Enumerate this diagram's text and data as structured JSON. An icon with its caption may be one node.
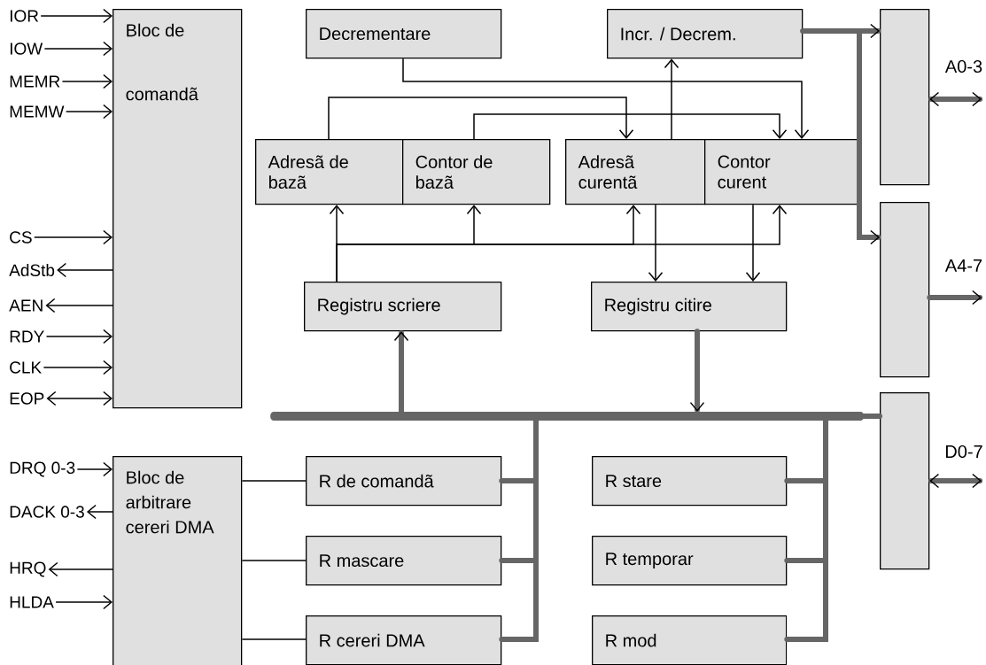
{
  "diagram": {
    "nodes": [
      {
        "text": [
          "Bloc de comandã"
        ]
      },
      {
        "text": [
          "IOR"
        ]
      },
      {
        "text": [
          "IOW"
        ]
      },
      {
        "text": [
          "MEMR"
        ]
      },
      {
        "text": [
          "MEMW"
        ]
      },
      {
        "text": [
          "CS"
        ]
      },
      {
        "text": [
          "AdStb"
        ]
      },
      {
        "text": [
          "AEN"
        ]
      },
      {
        "text": [
          "RDY"
        ]
      },
      {
        "text": [
          "CLK"
        ]
      },
      {
        "text": [
          "EOP"
        ]
      },
      {
        "text": [
          "Decrementare"
        ]
      },
      {
        "text": [
          "Incr. / Decrem."
        ]
      },
      {
        "text": [
          "Adresã de bazã"
        ]
      },
      {
        "text": [
          "Contor de bazã"
        ]
      },
      {
        "text": [
          "Adresã curentã"
        ]
      },
      {
        "text": [
          "Contor curent"
        ]
      },
      {
        "text": [
          "Registru scriere"
        ]
      },
      {
        "text": [
          "Registru citire"
        ]
      },
      {
        "text": [],
        "shape": "box"
      },
      {
        "text": [],
        "shape": "box"
      },
      {
        "text": [],
        "shape": "box"
      },
      {
        "text": [],
        "shape": "bar"
      },
      {
        "text": [
          "Bloc de arbitrare cereri DMA"
        ]
      },
      {
        "text": [
          "R de comandã"
        ]
      },
      {
        "text": [
          "R mascare"
        ]
      },
      {
        "text": [
          "R cereri DMA"
        ]
      },
      {
        "text": [
          "R stare"
        ]
      },
      {
        "text": [
          "R temporar"
        ]
      },
      {
        "text": [
          "R mod"
        ]
      },
      {
        "text": [
          "DRQ 0-3"
        ]
      },
      {
        "text": [
          "DACK 0-3"
        ]
      },
      {
        "text": [
          "HRQ"
        ]
      },
      {
        "text": [
          "HLDA"
        ]
      }
    ],
    "edges": [
      {
        "from": 1,
        "to": 0,
        "arrow": "to"
      },
      {
        "from": 2,
        "to": 0,
        "arrow": "to"
      },
      {
        "from": 3,
        "to": 0,
        "arrow": "to"
      },
      {
        "from": 4,
        "to": 0,
        "arrow": "to"
      },
      {
        "from": 5,
        "to": 0,
        "arrow": "to"
      },
      {
        "from": 0,
        "to": 6,
        "arrow": "to"
      },
      {
        "from": 0,
        "to": 7,
        "arrow": "to"
      },
      {
        "from": 8,
        "to": 0,
        "arrow": "to"
      },
      {
        "from": 9,
        "to": 0,
        "arrow": "to"
      },
      {
        "from": 10,
        "to": 0,
        "arrow": "both"
      },
      {
        "from": 30,
        "to": 23,
        "arrow": "to"
      },
      {
        "from": 23,
        "to": 31,
        "arrow": "to"
      },
      {
        "from": 23,
        "to": 32,
        "arrow": "to"
      },
      {
        "from": 33,
        "to": 23,
        "arrow": "to"
      },
      {
        "from": 11,
        "to": 16,
        "arrow": "to"
      },
      {
        "from": 13,
        "to": 15,
        "arrow": "to"
      },
      {
        "from": 14,
        "to": 16,
        "arrow": "to"
      },
      {
        "from": 15,
        "to": 12,
        "arrow": "to"
      },
      {
        "from": 17,
        "to": 13,
        "arrow": "to"
      },
      {
        "from": 17,
        "to": 14,
        "arrow": "to"
      },
      {
        "from": 17,
        "to": 15,
        "arrow": "to"
      },
      {
        "from": 17,
        "to": 16,
        "arrow": "to"
      },
      {
        "from": 15,
        "to": 18,
        "arrow": "to"
      },
      {
        "from": 16,
        "to": 18,
        "arrow": "to"
      },
      {
        "from": 23,
        "to": 24,
        "arrow": "none"
      },
      {
        "from": 23,
        "to": 25,
        "arrow": "none"
      },
      {
        "from": 23,
        "to": 26,
        "arrow": "none"
      },
      {
        "from": 12,
        "to": 19,
        "arrow": "to",
        "style": "thick",
        "color": "#666666"
      },
      {
        "from": 12,
        "to": 20,
        "arrow": "to",
        "style": "thick",
        "color": "#666666"
      },
      {
        "from": 22,
        "to": 17,
        "arrow": "to",
        "style": "thick",
        "color": "#666666"
      },
      {
        "from": 18,
        "to": 22,
        "arrow": "to",
        "style": "thick",
        "color": "#666666"
      },
      {
        "from": 24,
        "to": 22,
        "arrow": "none",
        "style": "thick",
        "color": "#666666"
      },
      {
        "from": 25,
        "to": 22,
        "arrow": "none",
        "style": "thick",
        "color": "#666666"
      },
      {
        "from": 26,
        "to": 22,
        "arrow": "none",
        "style": "thick",
        "color": "#666666"
      },
      {
        "from": 27,
        "to": 22,
        "arrow": "none",
        "style": "thick",
        "color": "#666666"
      },
      {
        "from": 28,
        "to": 22,
        "arrow": "none",
        "style": "thick",
        "color": "#666666"
      },
      {
        "from": 29,
        "to": 22,
        "arrow": "none",
        "style": "thick",
        "color": "#666666"
      },
      {
        "from": 22,
        "to": 21,
        "arrow": "none",
        "style": "thick",
        "color": "#666666"
      },
      {
        "from": 19,
        "to": null,
        "arrow": "both",
        "style": "thick",
        "color": "#666666",
        "label": "A0-3"
      },
      {
        "from": 20,
        "to": null,
        "arrow": "to",
        "style": "thick",
        "color": "#666666",
        "label": "A4-7"
      },
      {
        "from": 21,
        "to": null,
        "arrow": "both",
        "style": "thick",
        "color": "#666666",
        "label": "D0-7"
      }
    ]
  }
}
